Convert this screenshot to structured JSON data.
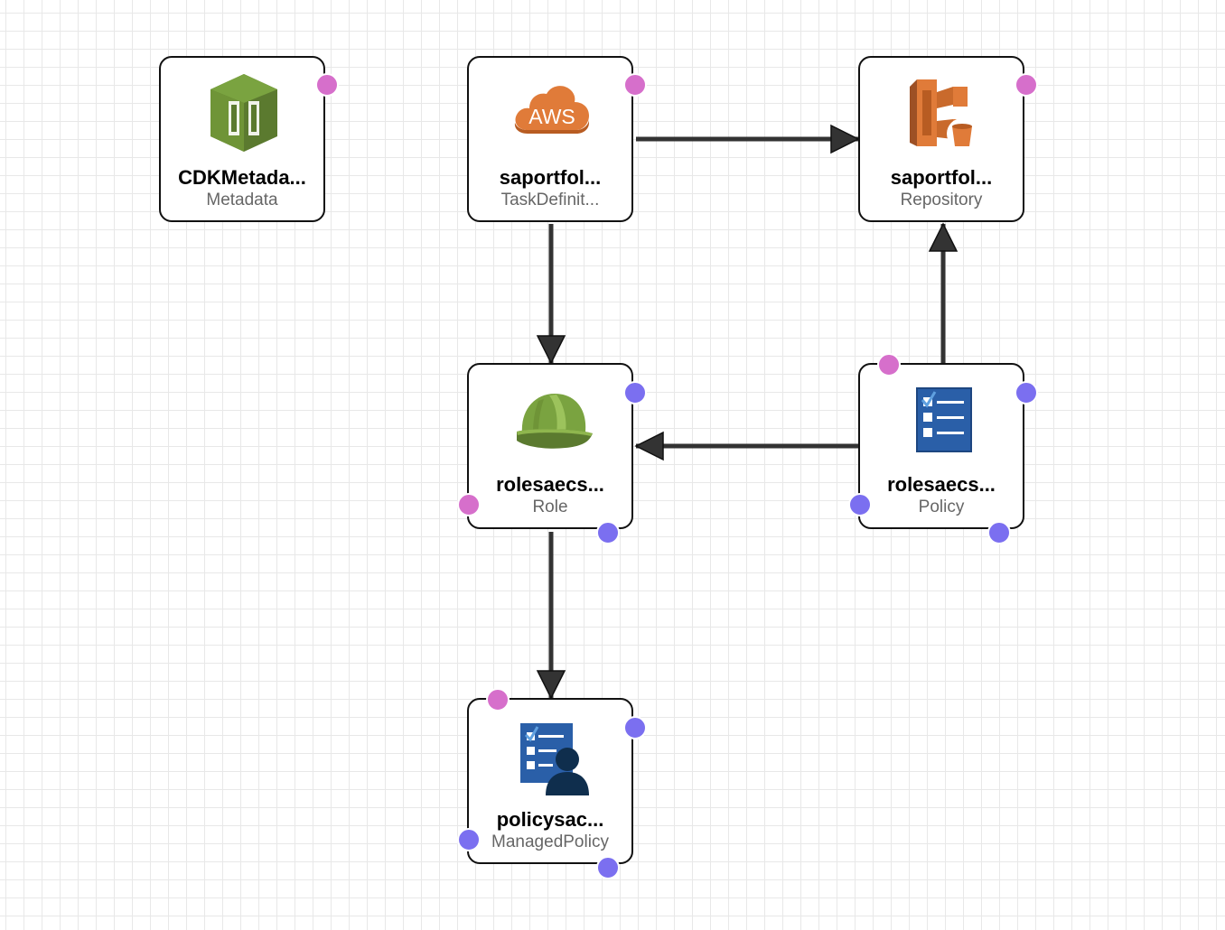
{
  "nodes": {
    "cdk_metadata": {
      "name": "CDKMetada...",
      "type": "Metadata",
      "icon": "cloudformation-icon"
    },
    "task_definition": {
      "name": "saportfol...",
      "type": "TaskDefinit...",
      "icon": "aws-cloud-icon"
    },
    "repository": {
      "name": "saportfol...",
      "type": "Repository",
      "icon": "ecr-repository-icon"
    },
    "role": {
      "name": "rolesaecs...",
      "type": "Role",
      "icon": "iam-role-helmet-icon"
    },
    "policy": {
      "name": "rolesaecs...",
      "type": "Policy",
      "icon": "iam-policy-checklist-icon"
    },
    "managed_policy": {
      "name": "policysac...",
      "type": "ManagedPolicy",
      "icon": "iam-managed-policy-icon"
    }
  },
  "edges": [
    {
      "from": "task_definition",
      "to": "repository"
    },
    {
      "from": "task_definition",
      "to": "role"
    },
    {
      "from": "policy",
      "to": "repository"
    },
    {
      "from": "policy",
      "to": "role"
    },
    {
      "from": "role",
      "to": "managed_policy"
    }
  ],
  "colors": {
    "port_pink": "#d66fcb",
    "port_blue": "#7b6ff0",
    "edge": "#333333",
    "grid": "#e8e8e8"
  }
}
